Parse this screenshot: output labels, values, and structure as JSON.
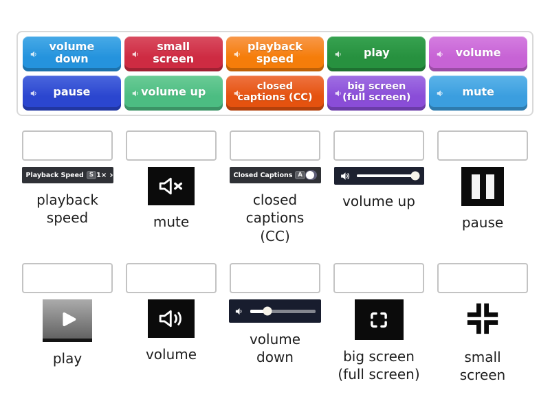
{
  "bank": {
    "tiles": [
      {
        "label": "volume down",
        "color": "#2593dd"
      },
      {
        "label": "small screen",
        "color": "#ce2b42"
      },
      {
        "label": "playback speed",
        "color": "#f57d0a"
      },
      {
        "label": "play",
        "color": "#27913f"
      },
      {
        "label": "volume",
        "color": "#c763d5"
      },
      {
        "label": "pause",
        "color": "#2b46cf"
      },
      {
        "label": "volume up",
        "color": "#4cbd82"
      },
      {
        "label": "closed captions (CC)",
        "color": "#e5520f"
      },
      {
        "label": "big screen (full screen)",
        "color": "#8a4dd8"
      },
      {
        "label": "mute",
        "color": "#3b9edf"
      }
    ],
    "tile_speaker_icon": "speaker-audio-icon"
  },
  "match": {
    "row1": [
      {
        "label": "playback speed",
        "icon": "playback-speed-bar-image"
      },
      {
        "label": "mute",
        "icon": "muted-speaker-icon"
      },
      {
        "label": "closed captions (CC)",
        "icon": "closed-captions-bar-image"
      },
      {
        "label": "volume up",
        "icon": "volume-slider-high-image"
      },
      {
        "label": "pause",
        "icon": "pause-icon"
      }
    ],
    "row2": [
      {
        "label": "play",
        "icon": "play-icon"
      },
      {
        "label": "volume",
        "icon": "speaker-volume-icon"
      },
      {
        "label": "volume down",
        "icon": "volume-slider-low-image"
      },
      {
        "label": "big screen (full screen)",
        "icon": "fullscreen-icon"
      },
      {
        "label": "small screen",
        "icon": "exit-fullscreen-icon"
      }
    ]
  },
  "widgets": {
    "playback": {
      "title": "Playback Speed",
      "badge": "S",
      "rate": "1×",
      "chevron": "›"
    },
    "captions": {
      "title": "Closed Captions",
      "badge": "A",
      "toggle_state": "off"
    }
  },
  "colors": {
    "icon_square": "#0b0b0b",
    "control_bar": "#2f3136",
    "slider_bar": "#1d2130",
    "slot_border": "#c3c3c3",
    "label_text": "#1d1d1d"
  }
}
